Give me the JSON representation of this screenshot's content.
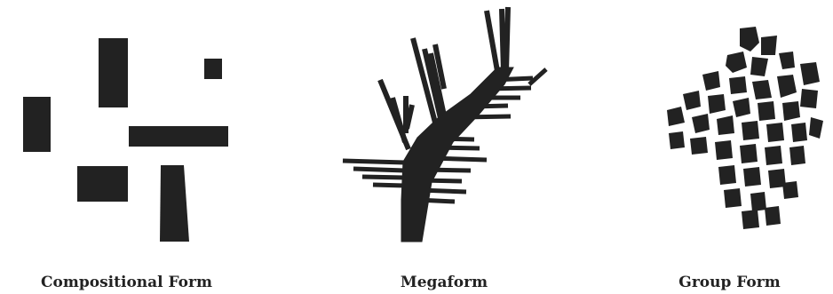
{
  "captions": {
    "compositional": "Compositional Form",
    "megaform": "Megaform",
    "group": "Group Form"
  },
  "colors": {
    "fill": "#222222",
    "background": "#ffffff"
  }
}
